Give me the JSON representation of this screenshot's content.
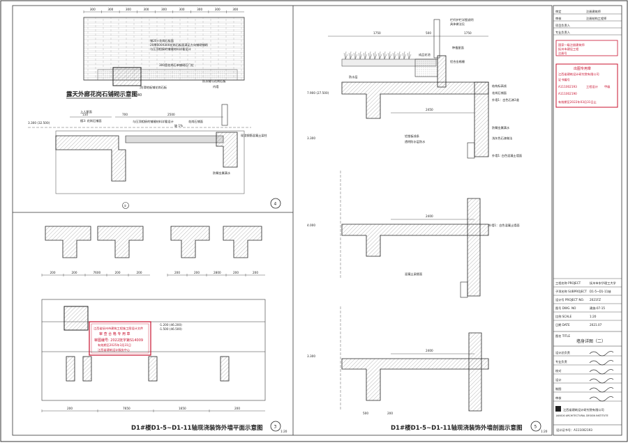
{
  "colors": {
    "ink": "#222222",
    "stamp": "#c8102e",
    "hatch": "#777777",
    "grass": "#6b6b6b"
  },
  "detail4": {
    "plan_title": "露天外廊花岗石铺砌示意图",
    "plan_scale": "1:40",
    "top_dims": [
      "300",
      "300",
      "300",
      "300",
      "300",
      "300",
      "300",
      "300",
      "300"
    ],
    "plan_notes": [
      "铺20×花岗石板面",
      "20厚600X300花岗石板面满足方向铺砌铺砌",
      "与压顶相接的铺缝材料详看设计"
    ],
    "plan_labels": [
      "300宽花岗石单铺砌石门位",
      "防冻缝与花岗石板",
      "内墙",
      ";防滑地板铺花岗石板"
    ],
    "section_labels": [
      "上人屋面",
      "楼3: 花岗石铺面",
      "与压顶相接的铺缝材料详看设计",
      "坡 1%",
      "花岗石铺面",
      "现浇钢筋混凝土梁柱",
      "防臂金属满水"
    ],
    "elev": "3.300 (32.500)",
    "dims": [
      "150",
      "700",
      "2500"
    ],
    "circle": "4",
    "axis": "①"
  },
  "plan3": {
    "dims_left": [
      "200",
      "200",
      "7600",
      "200",
      "200"
    ],
    "dims_right": [
      "200",
      "200",
      "2800",
      "200",
      "200"
    ],
    "dims_bottom": [
      "200",
      "7650",
      "1650",
      "200"
    ],
    "elev_a": "-1.200 (46.200)",
    "elev_b": "-1.500 (46.500)",
    "title": "D1#楼D1-5~D1-11轴现浇装饰外墙平面示意图",
    "scale": "1:20",
    "circle": "3"
  },
  "stamp1": {
    "lines": [
      "江西省抚州市建筑工程施工图设计文件",
      "审 查 合 格 专 用 章",
      "审图编号: 2022抚字第S14009",
      "有效期至2025年3月31日",
      "江西省建筑设计服务中心"
    ]
  },
  "section5": {
    "top_dims": [
      "1750",
      "500",
      "1750"
    ],
    "top_labels": [
      "栏杆护栏详图说明",
      "具体做法见",
      "种植屋面",
      "防水层",
      "铝合金格栅",
      "成品花池"
    ],
    "labels": [
      "结构标高线",
      "花岗石铺面",
      "外墙1：白色石漆2道",
      "防臂金属满水",
      "浅灰色石漆做法",
      "外墙1: 白色混凝土墙面",
      "铝塑板线条",
      "透明防水层防水",
      "混凝土梁楼面",
      "外墙1：白色混凝土墙面"
    ],
    "dims": [
      "2400",
      "2450",
      "2400",
      "500",
      "200"
    ],
    "elevs": [
      "7.900 (27.500)",
      "3.300",
      "4.000",
      "3.300"
    ],
    "title": "D1#楼D1-5~D1-11轴现浇装饰外墙剖面示意图",
    "scale": "1:20",
    "circle": "5"
  },
  "titleblock": {
    "rows_top": [
      "审定",
      "审核",
      "项目负责人",
      "专业负责人"
    ],
    "sig_labels": [
      "注册建筑师",
      "注册结构工程师"
    ],
    "stamp_lines": [
      "国家一级注册建筑师",
      "抚州市建设工程",
      "注册号"
    ],
    "seal2": [
      "出图专用章",
      "江西省建筑设计研究院有限公司",
      "证书编号",
      "工程设计",
      "甲级",
      "A111002193",
      "A111002190",
      "有效期至2022年03月31日止"
    ],
    "info": [
      {
        "k": "工程名称 PROJECT",
        "v": "抚州市东华理工大学"
      },
      {
        "k": "子项名称 SUBPROJECT",
        "v": "D1-5~D1-11轴"
      },
      {
        "k": "设计号 PROJECT NO.",
        "v": "2021FZ"
      },
      {
        "k": "图号 DWG. NO",
        "v": "建施-07-15"
      },
      {
        "k": "比例 SCALE",
        "v": "1:20"
      },
      {
        "k": "日期 DATE",
        "v": "2021.07"
      }
    ],
    "drawing_title_label": "图名 TITLE",
    "drawing_title": "墙身详图（二）",
    "people": [
      "设计总负责",
      "专业负责",
      "校对",
      "设计",
      "制图",
      "审核"
    ],
    "company": "江西省建筑设计研究院有限公司",
    "company_en": "JIANGXI ARCHITECTURAL DESIGN INSTITUTE",
    "footer": "设计证书号：A111002193"
  }
}
